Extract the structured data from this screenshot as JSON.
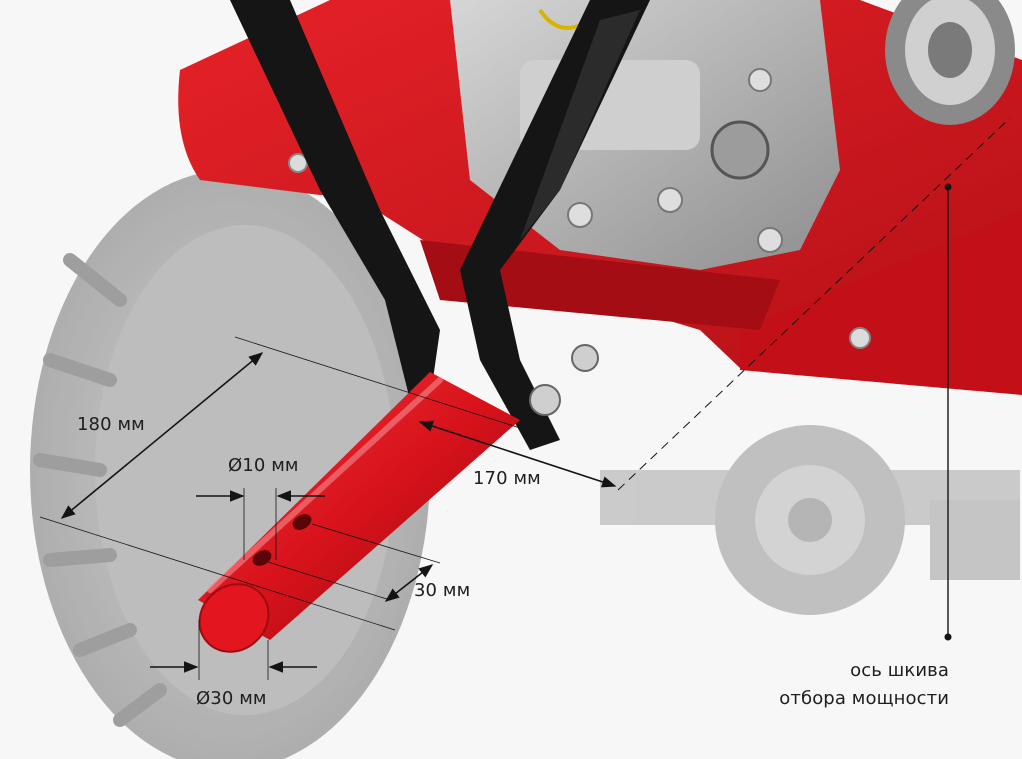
{
  "dimensions": {
    "length_total": "180 мм",
    "length_to_axis": "170 мм",
    "hole_diameter": "Ø10 мм",
    "hole_spacing": "30 мм",
    "shaft_diameter": "Ø30 мм"
  },
  "pulley_axis_label": {
    "line1": "ось шкива",
    "line2": "отбора мощности"
  },
  "colors": {
    "frame_red": "#d8121b",
    "frame_red_dark": "#a50d14",
    "handle_black": "#151515",
    "engine_gray": "#b9b9b9",
    "tire_gray": "#a9a9a9",
    "dimension_line": "#141414"
  },
  "icons": [
    "dimension-arrow",
    "pulley-axis-marker"
  ]
}
